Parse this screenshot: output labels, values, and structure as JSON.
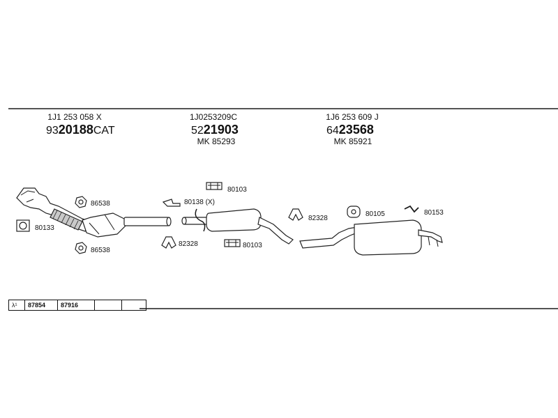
{
  "components": [
    {
      "oem": "1J1 253 058 X",
      "prefix": "93",
      "number": "20188",
      "suffix": "CAT",
      "mk": ""
    },
    {
      "oem": "1J0253209C",
      "prefix": "52",
      "number": "21903",
      "suffix": "",
      "mk": "MK  85293"
    },
    {
      "oem": "1J6 253 609 J",
      "prefix": "64",
      "number": "23568",
      "suffix": "",
      "mk": "MK  85921"
    }
  ],
  "parts": {
    "p86538a": "86538",
    "p80133": "80133",
    "p86538b": "86538",
    "p80103a": "80103",
    "p80138": "80138 (X)",
    "p82328a": "82328",
    "p80103b": "80103",
    "p82328b": "82328",
    "p80105": "80105",
    "p80153": "80153"
  },
  "table": {
    "lambda": "λ¹",
    "cells": [
      "87854",
      "87916",
      ""
    ]
  }
}
